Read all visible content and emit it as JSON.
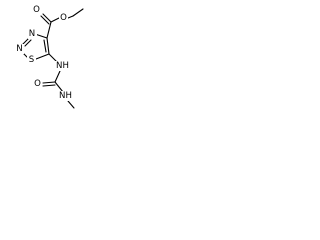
{
  "structure": {
    "atoms": {
      "carbonyl_oxygen": "O",
      "ester_oxygen": "O",
      "ring_nitrogen_top": "N",
      "ring_nitrogen_left": "N",
      "ring_sulfur": "S",
      "amine_nh": "NH",
      "urea_oxygen": "O",
      "methyl_nh": "NH"
    }
  },
  "colors": {
    "bond": "#000000",
    "label": "#000000",
    "background": "#ffffff"
  }
}
